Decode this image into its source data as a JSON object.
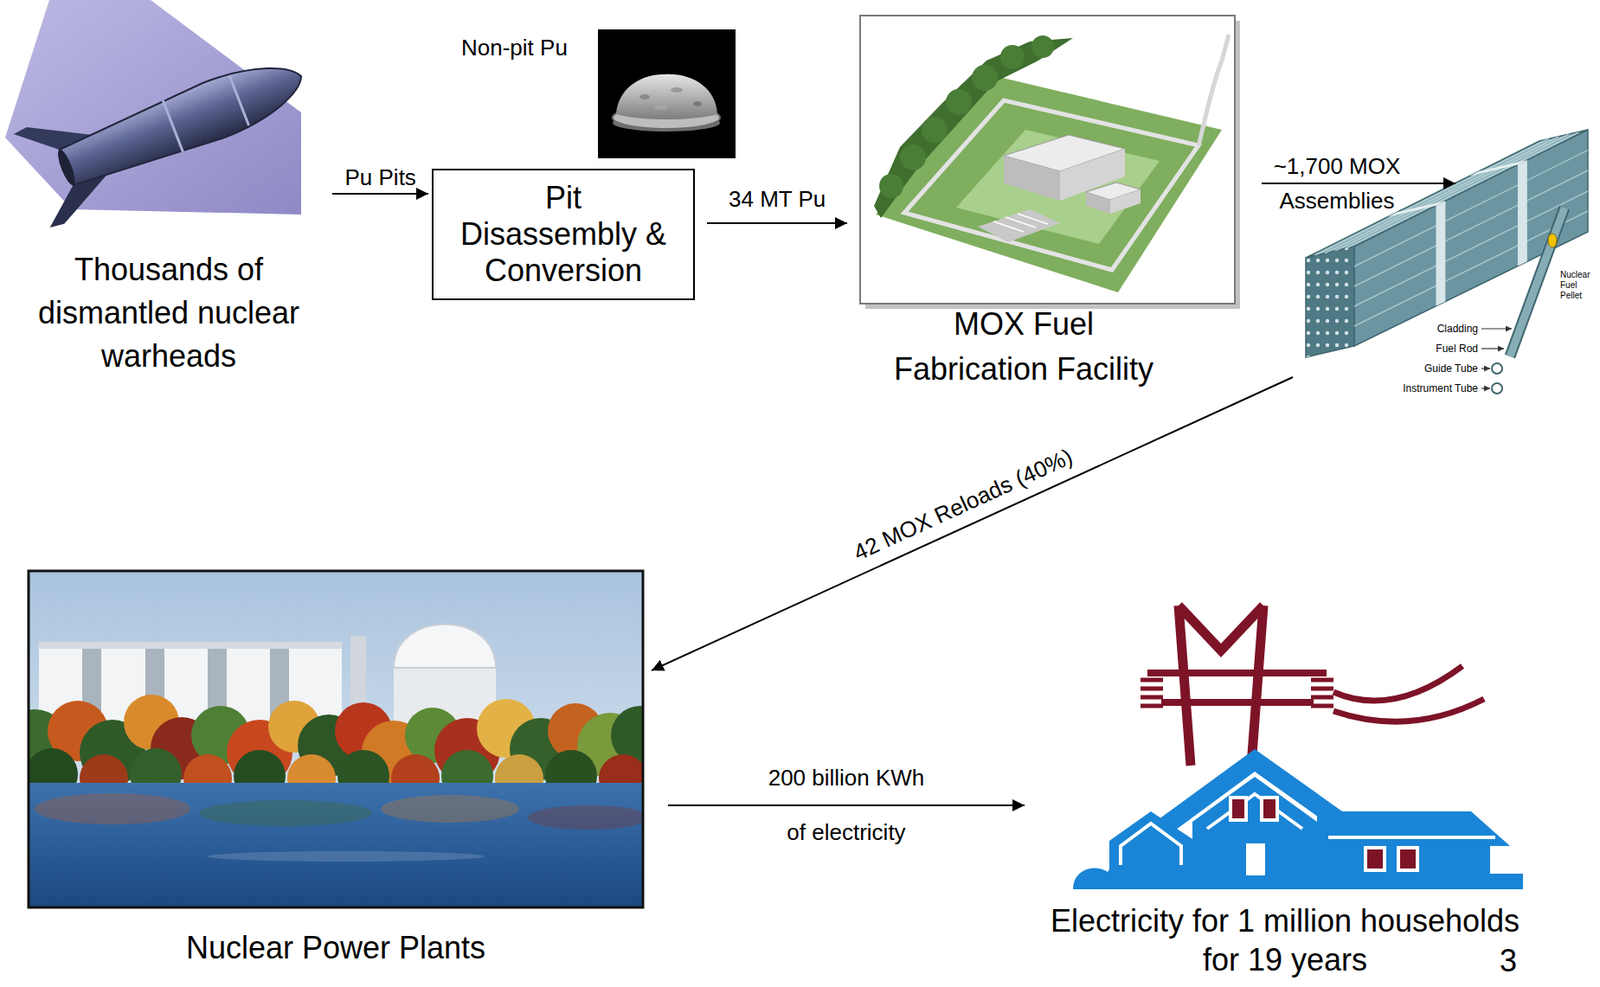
{
  "diagram": {
    "nodes": [
      {
        "text": [
          "Thousands of dismantled nuclear warheads"
        ]
      },
      {
        "text": [
          "Pit Disassembly & Conversion"
        ]
      },
      {
        "text": [
          "Non-pit Pu"
        ]
      },
      {
        "text": [
          "MOX Fuel Fabrication Facility"
        ]
      },
      {
        "text": [
          "Cladding",
          "Fuel Rod",
          "Guide Tube",
          "Instrument Tube",
          "Nuclear Fuel Pellet"
        ]
      },
      {
        "text": [
          "Nuclear Power Plants"
        ]
      },
      {
        "text": [
          "Electricity for 1 million households for 19 years"
        ]
      }
    ],
    "edges": [
      {
        "from": 0,
        "to": 1,
        "arrow": "to",
        "label": "Pu Pits"
      },
      {
        "from": 1,
        "to": 3,
        "arrow": "to",
        "label": "34 MT Pu"
      },
      {
        "from": 3,
        "to": 4,
        "arrow": "to",
        "label": "~1,700 MOX Assemblies"
      },
      {
        "from": 4,
        "to": 5,
        "arrow": "to",
        "label": "42 MOX Reloads (40%)"
      },
      {
        "from": 5,
        "to": 6,
        "arrow": "to",
        "label": "200 billion KWh of electricity"
      }
    ],
    "labels": [
      "3"
    ]
  }
}
